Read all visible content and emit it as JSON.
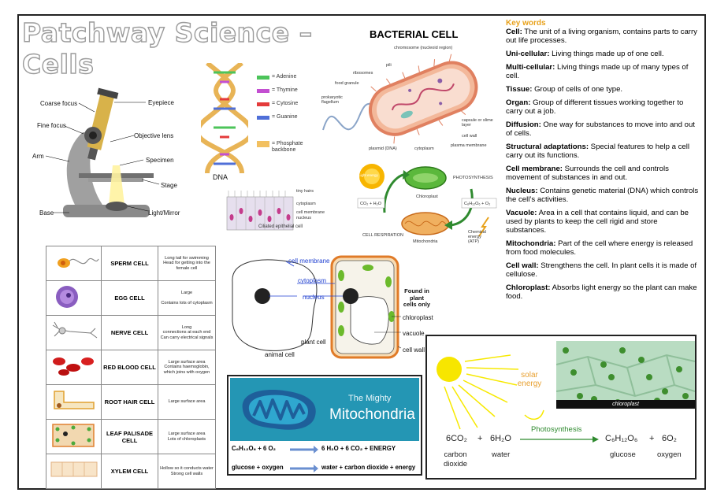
{
  "title": {
    "line1": "Patchway Science –",
    "line2": "Cells"
  },
  "microscope": {
    "labels": [
      "Coarse focus",
      "Fine focus",
      "Arm",
      "Base",
      "Eyepiece",
      "Objective lens",
      "Specimen",
      "Stage",
      "Light/Mirror"
    ]
  },
  "dna": {
    "caption": "DNA",
    "legend": [
      {
        "label": "= Adenine",
        "color": "#4cc45a"
      },
      {
        "label": "= Thymine",
        "color": "#c34fd1"
      },
      {
        "label": "= Cytosine",
        "color": "#e43b3b"
      },
      {
        "label": "= Guanine",
        "color": "#4f6fd8"
      },
      {
        "label": "= Phosphate backbone",
        "color": "#f2c060"
      }
    ]
  },
  "bacterial_cell": {
    "title": "BACTERIAL CELL",
    "labels": [
      "chromosome (nucleoid region)",
      "pili",
      "ribosomes",
      "food granule",
      "prokaryotic flagellum",
      "capsule or slime layer",
      "cell wall",
      "plasma membrane",
      "plasmid (DNA)",
      "cytoplasm"
    ]
  },
  "ciliated": {
    "labels": [
      "tiny hairs",
      "cytoplasm",
      "cell membrane",
      "nucleus"
    ],
    "caption": "Ciliated epithelial cell"
  },
  "cycle": {
    "labels": [
      "Light energy",
      "Chloroplast",
      "PHOTOSYNTHESIS",
      "CO₂ + H₂O",
      "C₆H₁₂O₆ + O₂",
      "CELL RESPIRATION",
      "Mitochondria",
      "Chemical energy (ATP)"
    ]
  },
  "key_words": {
    "heading": "Key words",
    "items": [
      {
        "term": "Cell:",
        "def": " The unit of a living organism, contains parts to carry out life processes."
      },
      {
        "term": "Uni-cellular:",
        "def": " Living things made up of one cell."
      },
      {
        "term": "Multi-cellular:",
        "def": " Living things made up of many types of cell."
      },
      {
        "term": "Tissue:",
        "def": " Group of cells of one type."
      },
      {
        "term": "Organ:",
        "def": " Group of different tissues working together to carry out a job."
      },
      {
        "term": "Diffusion:",
        "def": " One way for substances to move into and out of cells."
      },
      {
        "term": "Structural adaptations:",
        "def": " Special features to help a cell carry out its functions."
      },
      {
        "term": "Cell membrane:",
        "def": " Surrounds the cell and controls movement of substances in and out."
      },
      {
        "term": "Nucleus:",
        "def": " Contains genetic material (DNA) which controls the cell’s activities."
      },
      {
        "term": "Vacuole:",
        "def": " Area in a cell that contains liquid, and can be used by plants to keep the cell rigid and store substances."
      },
      {
        "term": "Mitochondria:",
        "def": " Part of the cell where energy is released from food molecules."
      },
      {
        "term": "Cell wall:",
        "def": " Strengthens the cell. In plant cells it is made of cellulose."
      },
      {
        "term": "Chloroplast:",
        "def": " Absorbs light energy so the plant can make food."
      }
    ]
  },
  "specialised_cells": [
    {
      "name": "SPERM CELL",
      "desc": "Long tail for swimming\nHead for getting into the female cell"
    },
    {
      "name": "EGG CELL",
      "desc": "Large\n\nContains lots of cytoplasm"
    },
    {
      "name": "NERVE CELL",
      "desc": "Long\nconnections at each end\nCan carry electrical signals"
    },
    {
      "name": "RED BLOOD CELL",
      "desc": "Large surface area\nContains haemoglobin, which joins with oxygen"
    },
    {
      "name": "ROOT HAIR CELL",
      "desc": "Large surface area"
    },
    {
      "name": "LEAF PALISADE CELL",
      "desc": "Large surface area\nLots of chloroplasts"
    },
    {
      "name": "XYLEM CELL",
      "desc": "Hollow so it conducts water\nStrong cell walls"
    }
  ],
  "animal_plant": {
    "labels": {
      "membrane": "cell membrane",
      "cytoplasm": "cytoplasm",
      "nucleus": "nucleus",
      "found": "Found in plant cells only",
      "chloroplast": "chloroplast",
      "vacuole": "vacuole",
      "wall": "cell wall",
      "plant": "plant cell",
      "animal": "animal cell"
    }
  },
  "mitochondria": {
    "title1": "The Mighty",
    "title2": "Mitochondria",
    "eq1_left": "C₆H₁₂O₆ + 6 O₂",
    "eq1_right": "6 H₂O + 6 CO₂ + ENERGY",
    "eq2_left": "glucose + oxygen",
    "eq2_right": "water + carbon dioxide + energy"
  },
  "photosynthesis": {
    "solar": "solar energy",
    "photo_label": "chloroplast",
    "arrow_label": "Photosynthesis",
    "lhs1": "6CO₂",
    "plus1": "+",
    "lhs2": "6H₂O",
    "rhs1": "C₆H₁₂O₆",
    "plus2": "+",
    "rhs2": "6O₂",
    "w1": "carbon dioxide",
    "w2": "water",
    "w3": "glucose",
    "w4": "oxygen"
  }
}
